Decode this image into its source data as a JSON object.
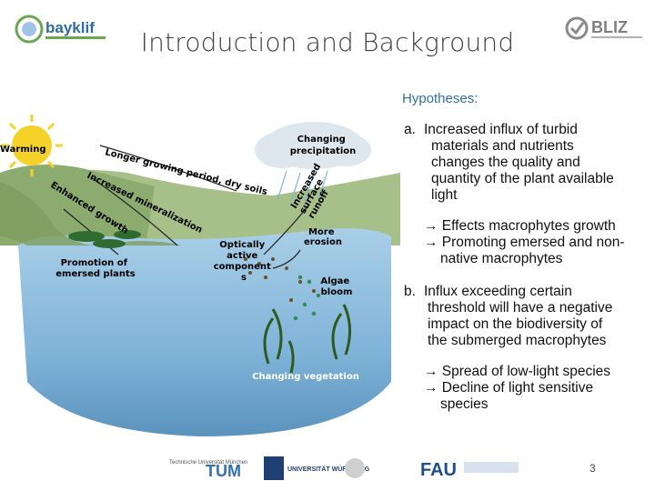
{
  "header": {
    "title": "Introduction and Background",
    "logo_left_text": "bayklif",
    "logo_right_text": "BLIZ"
  },
  "hypotheses": {
    "heading": "Hypotheses:",
    "a": {
      "marker": "a.",
      "lines": [
        "Increased influx of turbid",
        "materials and nutrients",
        "changes the quality and",
        "quantity of the plant available",
        "light"
      ],
      "effects": [
        "→ Effects macrophytes growth",
        "→ Promoting emersed and non-",
        "native macrophytes"
      ]
    },
    "b": {
      "marker": "b.",
      "lines": [
        "Influx exceeding certain",
        "threshold will have a negative",
        "impact on the biodiversity of",
        "the submerged macrophytes"
      ],
      "effects": [
        "→ Spread of  low-light species",
        "→ Decline of light sensitive",
        "species"
      ]
    }
  },
  "diagram": {
    "warming": "Warming",
    "changing_precipitation": [
      "Changing",
      "precipitation"
    ],
    "longer_growing_period": "Longer growing period, dry soils",
    "increased_mineralization": "Increased mineralization",
    "enhanced_growth": "Enhanced growth",
    "promotion": [
      "Promotion of",
      "emersed plants"
    ],
    "increased_runoff": [
      "Increased",
      "surface",
      "runoff"
    ],
    "more_erosion": [
      "More",
      "erosion"
    ],
    "optically_active": [
      "Optically",
      "active",
      "component",
      "s"
    ],
    "algae_bloom": [
      "Algae",
      "bloom"
    ],
    "changing_vegetation": "Changing vegetation"
  },
  "footer": {
    "logos": [
      "Technische Universität München",
      "TUM",
      "UNIVERSITÄT WÜRZBURG",
      "FAU"
    ],
    "page_number": "3"
  },
  "colors": {
    "title": "#404040",
    "accent_blue": "#2e6fa8",
    "water": "#7fb3d8",
    "land": "#8cab6e",
    "sun": "#f5d22a"
  }
}
